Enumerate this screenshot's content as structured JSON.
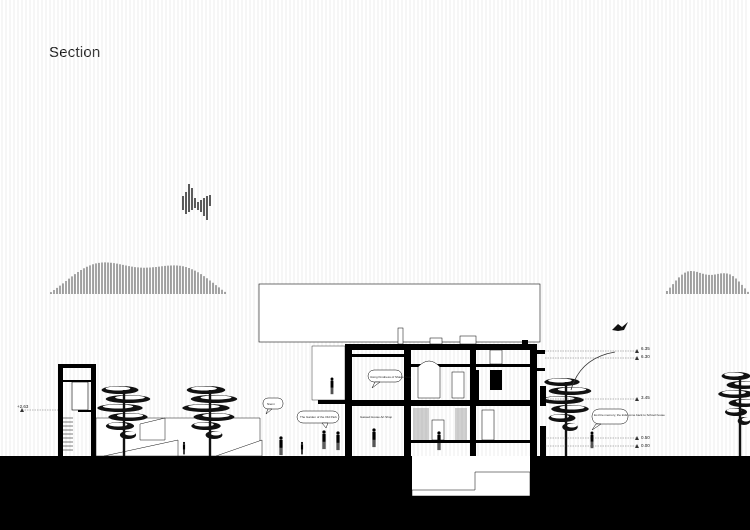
{
  "title": "Section",
  "levels": [
    "+2.63",
    "6.35",
    "6.30",
    "3.45",
    "0.50",
    "0.00"
  ],
  "bubbles": [
    "Niemi",
    "The Garden of the Old Park",
    "Using Kindness of Shade Area",
    "Ex-Fire memory, the kids come back to School house"
  ],
  "room_labels": [
    "Gassed House Art Shop"
  ]
}
